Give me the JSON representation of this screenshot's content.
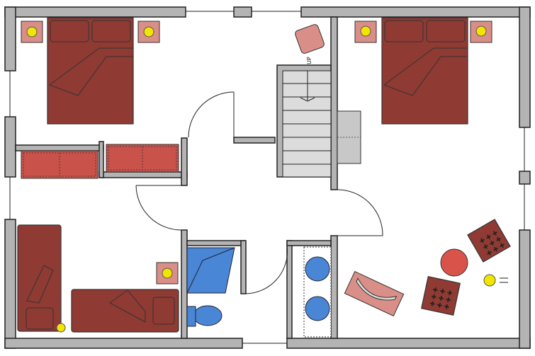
{
  "title": "Floor plan",
  "labels": {
    "stairs_direction": "UP"
  },
  "colors": {
    "wall": "#b4b4b4",
    "furniture": "#8f3a33",
    "closet": "#c9524a",
    "nightstand": "#d98f88",
    "fixtures": "#4a86d6",
    "lamp": "#f2e600",
    "stairs": "#dcdcdc"
  },
  "rooms": [
    "bedroom-top-left",
    "bedroom-top-right",
    "bedroom-bottom-left",
    "living-room-bottom-right",
    "hallway",
    "bathroom-left",
    "bathroom-right",
    "stairwell"
  ]
}
